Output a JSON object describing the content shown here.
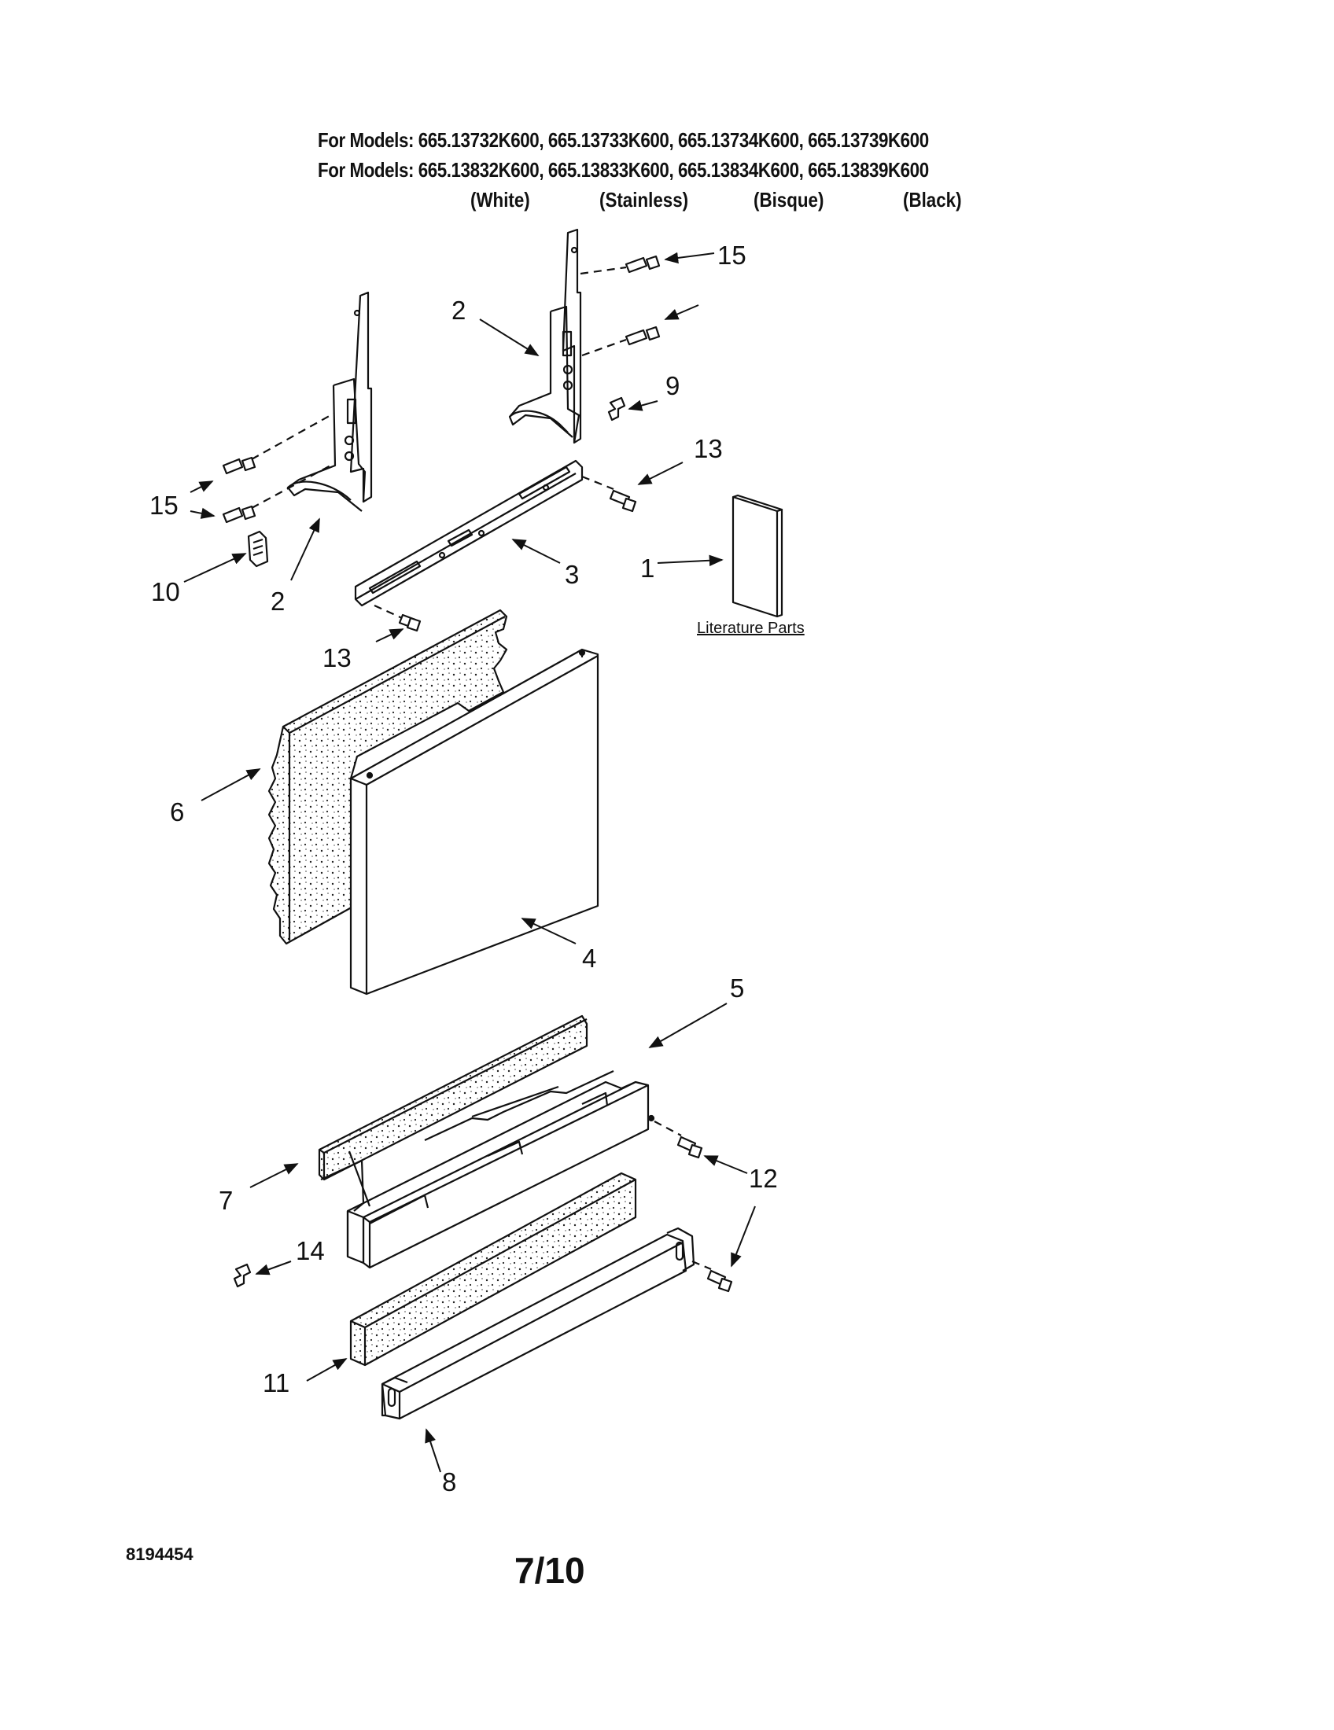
{
  "header": {
    "line1": "For Models: 665.13732K600, 665.13733K600, 665.13734K600, 665.13739K600",
    "line2": "For Models: 665.13832K600, 665.13833K600, 665.13834K600, 665.13839K600",
    "colors": [
      "(White)",
      "(Stainless)",
      "(Bisque)",
      "(Black)"
    ]
  },
  "callouts": {
    "c15_top": "15",
    "c2_top": "2",
    "c9": "9",
    "c13_top": "13",
    "c15_left": "15",
    "c1": "1",
    "c3": "3",
    "c10": "10",
    "c2_left": "2",
    "c13_left": "13",
    "c6": "6",
    "c4": "4",
    "c5": "5",
    "c7": "7",
    "c12": "12",
    "c14": "14",
    "c11": "11",
    "c8": "8"
  },
  "literature_label": "Literature Parts",
  "doc_number": "8194454",
  "page_number": "7/10"
}
